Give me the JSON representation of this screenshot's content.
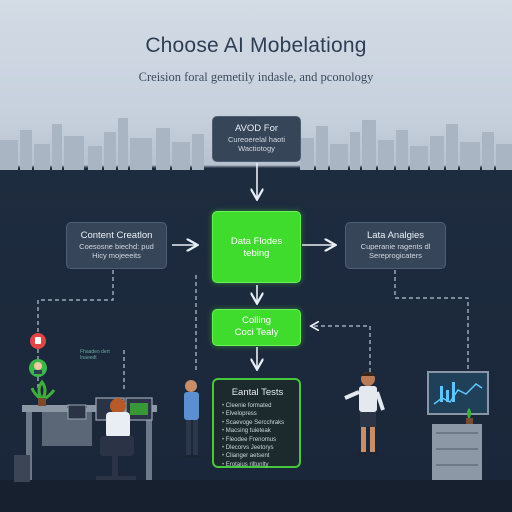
{
  "header": {
    "title": "Choose AI Mobelationg",
    "subtitle": "Creision foral gemetily indasle, and pconology"
  },
  "nodes": {
    "top": {
      "title": "AVOD For",
      "sub1": "Cureoerelal haoti",
      "sub2": "Wactiotogy"
    },
    "left": {
      "title": "Content Creatlon",
      "sub1": "Coesosne biechd: pud",
      "sub2": "Hicy mojeeeits"
    },
    "center": {
      "title": "Data Flodes",
      "sub": "tebing"
    },
    "right": {
      "title": "Lata Analgies",
      "sub1": "Cuperanie ragents dl",
      "sub2": "Sereprogicaters"
    },
    "middle": {
      "title": "Colling",
      "sub": "Coci Tealy"
    },
    "list": {
      "title": "Eantal Tests",
      "items": [
        "Cleenie formated",
        "Elvelopress",
        "Scaevoge Sercchraks",
        "Macsing tuieteak",
        "Fleodee Frenomus",
        "Dlecorvs Jeetorys",
        "Clianger aetsent",
        "Erotaius riltunlty"
      ]
    }
  },
  "side_note": {
    "line1": "Fhaadeo dert",
    "line2": "Inaeedt"
  },
  "colors": {
    "accent_green": "#3fdc2d",
    "node_dark": "#364558",
    "background_dark": "#1a2639",
    "background_light": "#d3dbe5"
  }
}
